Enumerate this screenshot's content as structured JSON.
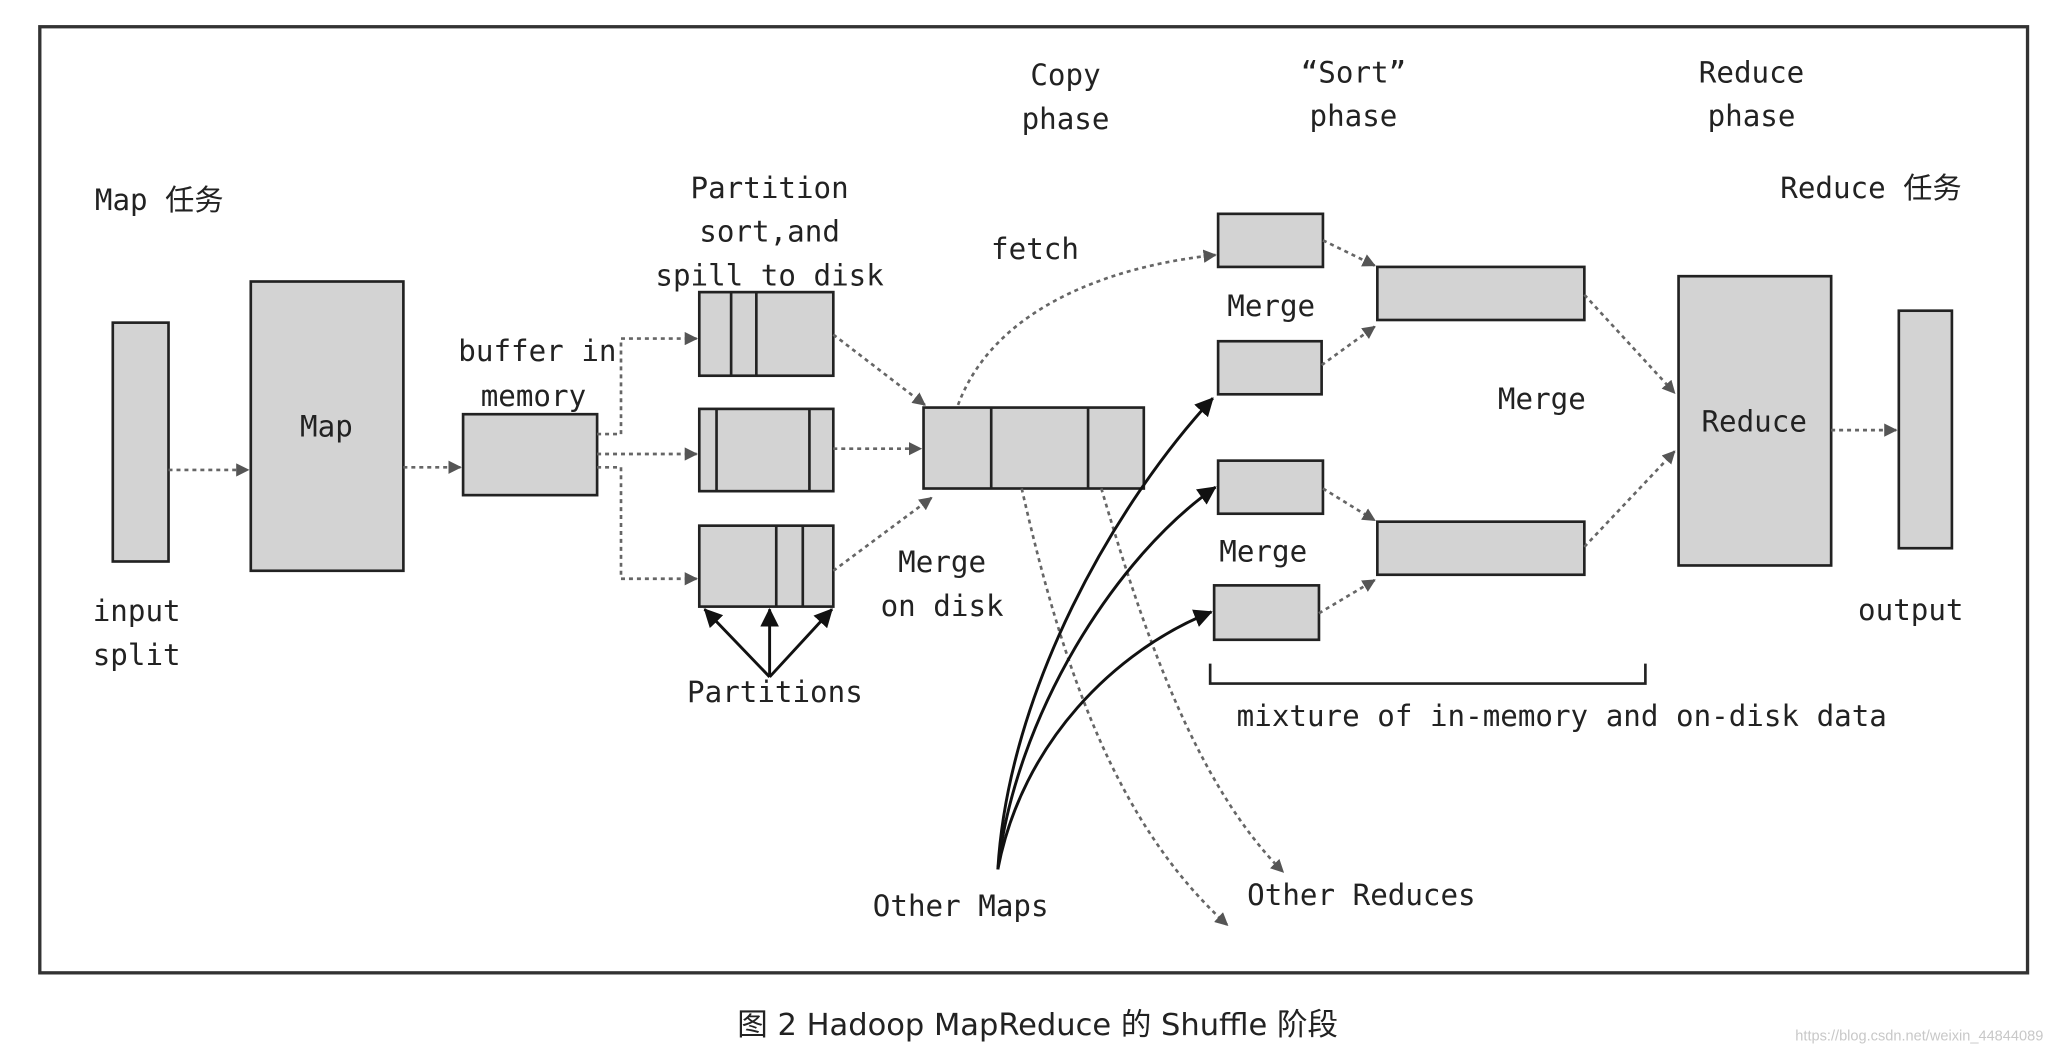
{
  "labels": {
    "map_task": "Map 任务",
    "reduce_task": "Reduce 任务",
    "copy_phase": [
      "Copy",
      "phase"
    ],
    "sort_phase": [
      "“Sort”",
      "phase"
    ],
    "reduce_phase": [
      "Reduce",
      "phase"
    ],
    "input_split": [
      "input",
      "split"
    ],
    "map": "Map",
    "buffer": [
      "buffer in",
      "memory"
    ],
    "partition_sort": [
      "Partition",
      "sort,and",
      "spill to disk"
    ],
    "partitions": "Partitions",
    "fetch": "fetch",
    "merge_on_disk": [
      "Merge",
      "on disk"
    ],
    "merge_top": "Merge",
    "merge_bottom": "Merge",
    "merge_middle": "Merge",
    "reduce": "Reduce",
    "output": "output",
    "mixture": "mixture of in-memory and on-disk data",
    "other_maps": "Other Maps",
    "other_reduces": "Other Reduces"
  },
  "caption": "图 2  Hadoop MapReduce 的 Shuffle 阶段",
  "watermark": "https://blog.csdn.net/weixin_44844089"
}
